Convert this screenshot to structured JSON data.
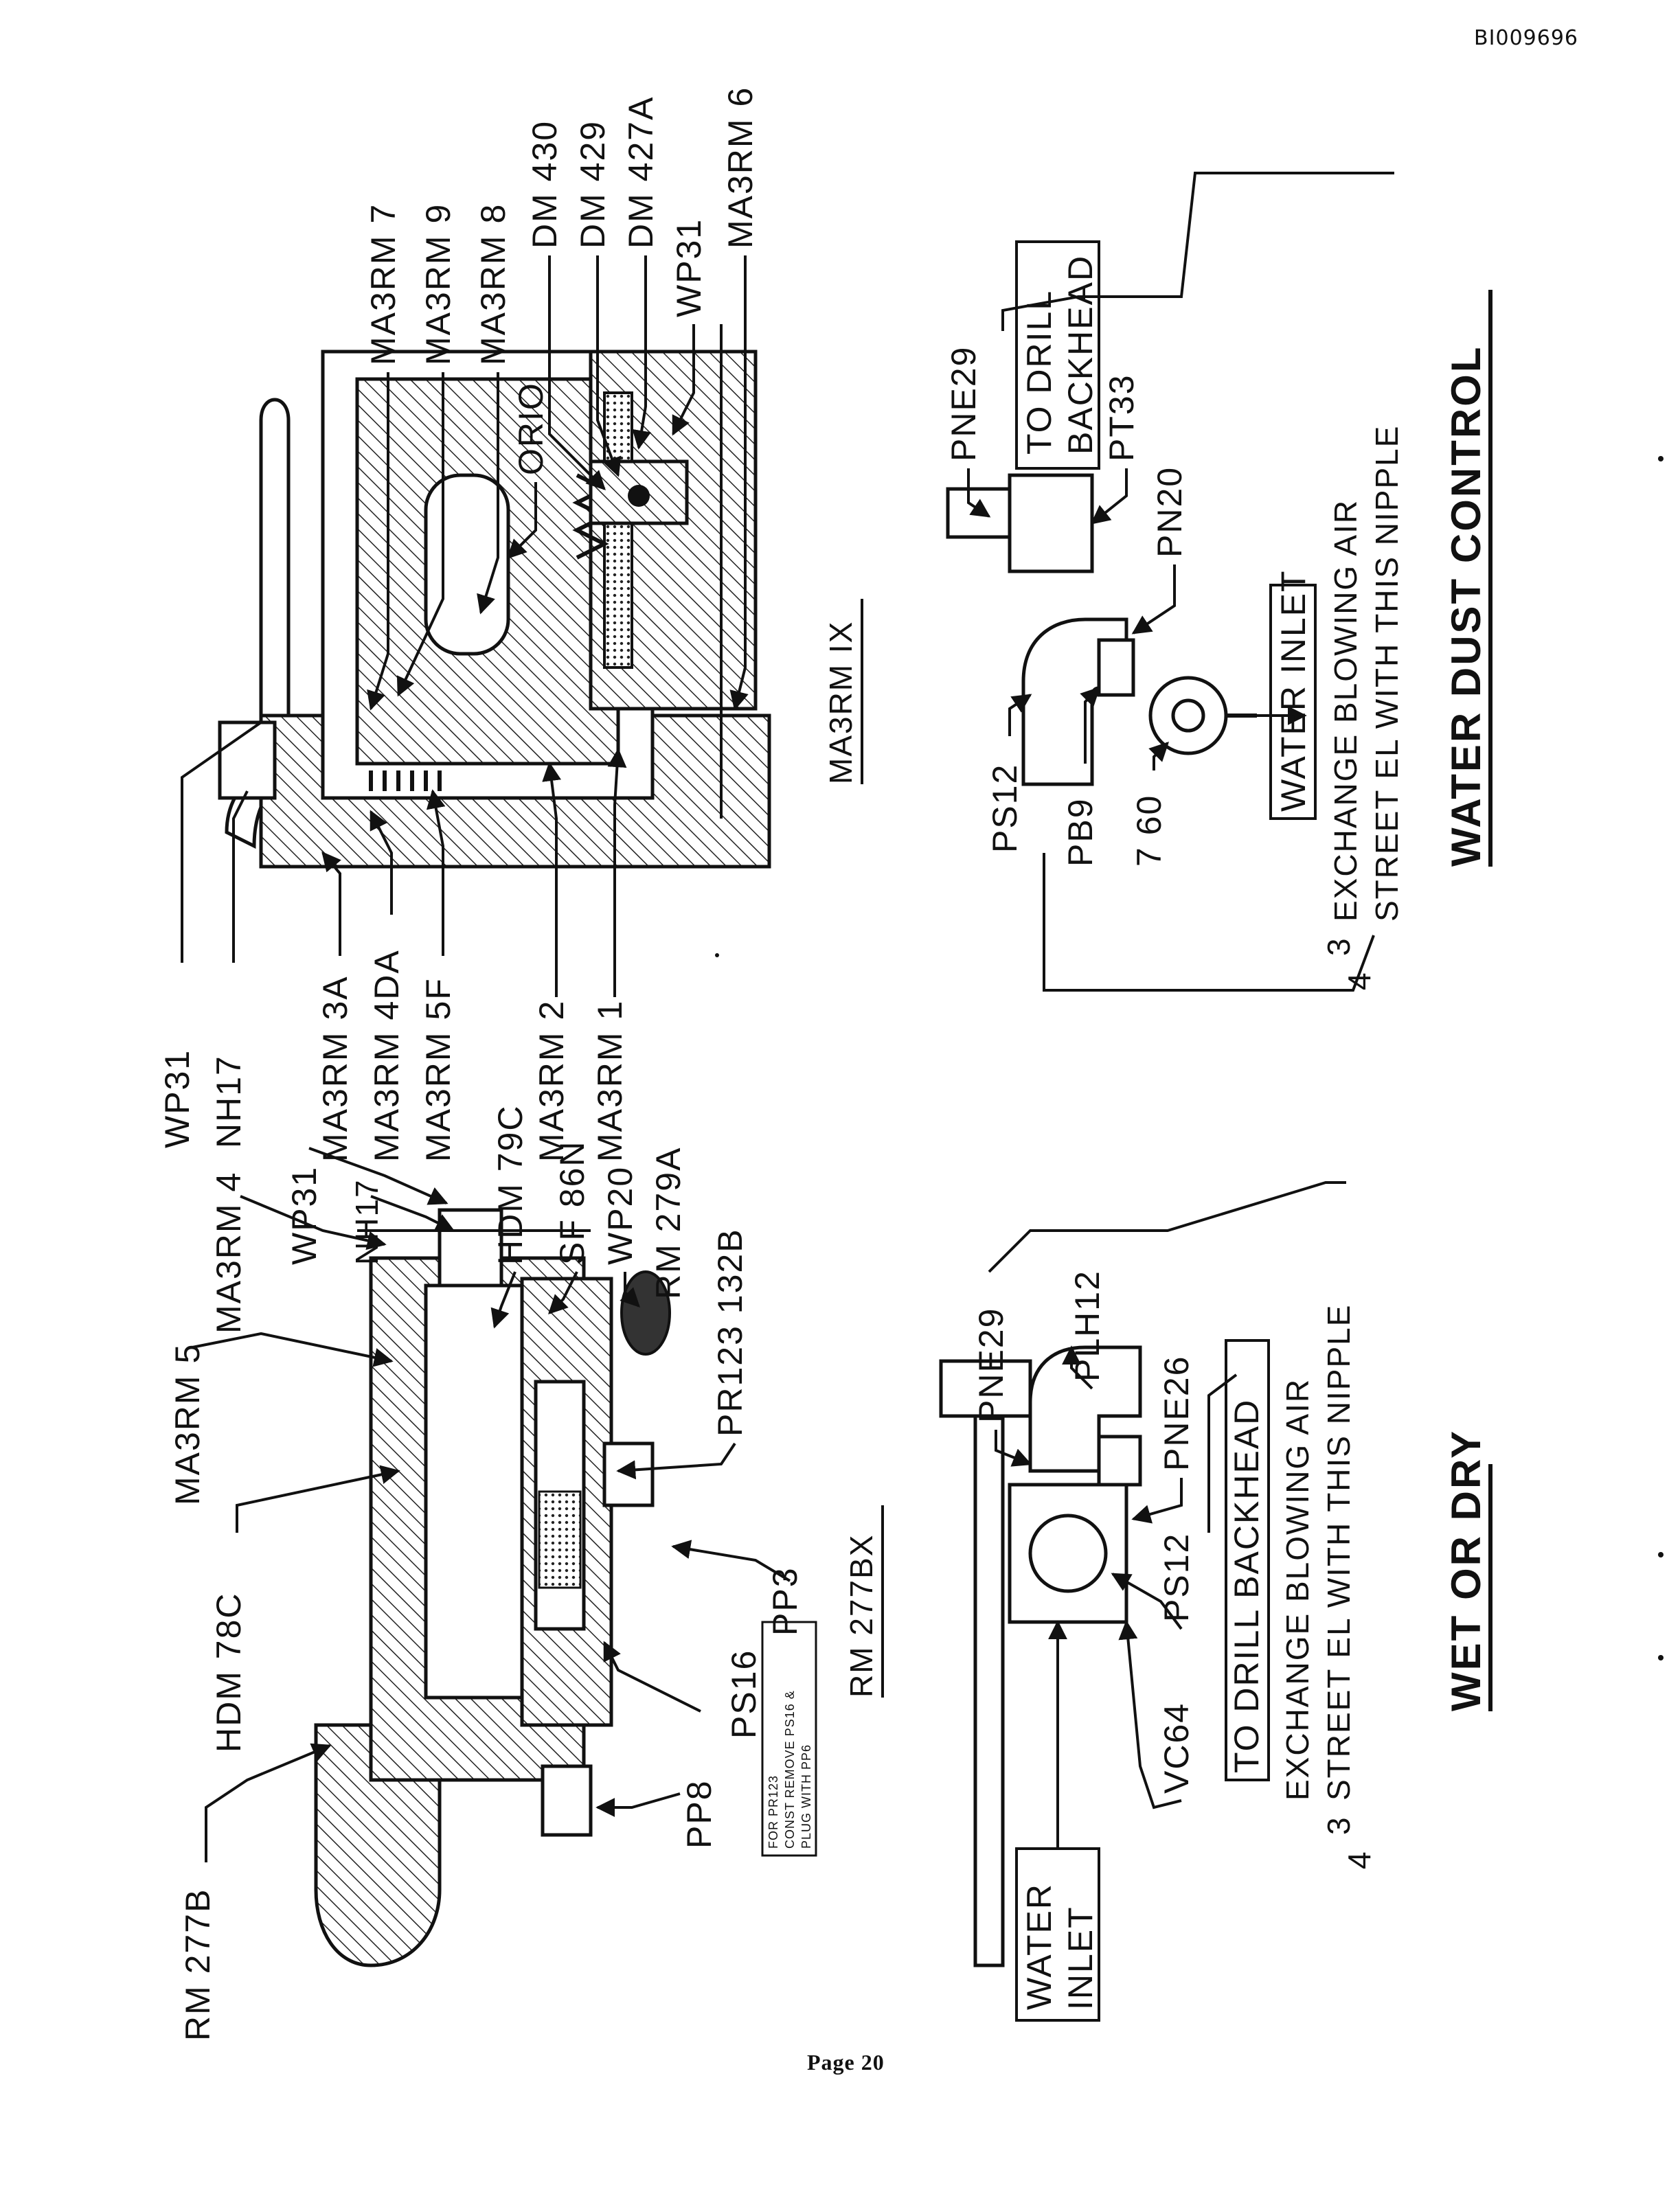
{
  "header": {
    "doc_id": "BI009696"
  },
  "footer": {
    "page": "Page 20"
  },
  "ma3rm": {
    "title": "MA3RM IX",
    "labels_left": [
      "WP31",
      "NH17",
      "MA3RM 3A",
      "MA3RM 4DA",
      "MA3RM 5F",
      "MA3RM 2",
      "MA3RM 1"
    ],
    "labels_right": [
      "MA3RM 7",
      "MA3RM 9",
      "MA3RM 8",
      "ORIO",
      "DM 430",
      "DM 429",
      "DM 427A",
      "WP31",
      "MA3RM 6"
    ]
  },
  "rm277": {
    "title": "RM 277BX",
    "labels": [
      "RM 277B",
      "HDM 78C",
      "MA3RM 5",
      "MA3RM 4",
      "WP31",
      "NH17",
      "HDM 79C",
      "SF 86N",
      "WP20",
      "RM 279A",
      "PR123 132B",
      "PP3",
      "PS16",
      "PP8"
    ],
    "note": [
      "FOR PR123",
      "CONST REMOVE PS16 &",
      "PLUG WITH PP6"
    ]
  },
  "water_dust": {
    "title": "WATER DUST CONTROL",
    "labels": [
      "PNE29",
      "TO DRILL",
      "BACKHEAD",
      "PT33",
      "PN20",
      "PS12",
      "PB9",
      "7 60",
      "WATER INLET"
    ],
    "fraction": [
      "3",
      "4"
    ],
    "notes": [
      "EXCHANGE BLOWING AIR",
      "STREET EL WITH THIS NIPPLE"
    ]
  },
  "wet_dry": {
    "title": "WET OR DRY",
    "labels": [
      "PNE29",
      "PLH12",
      "PNE26",
      "TO DRILL BACKHEAD",
      "PS12",
      "VC64",
      "WATER",
      "INLET"
    ],
    "fraction": [
      "3",
      "4"
    ],
    "notes": [
      "EXCHANGE BLOWING AIR",
      "STREET EL WITH THIS NIPPLE"
    ]
  }
}
